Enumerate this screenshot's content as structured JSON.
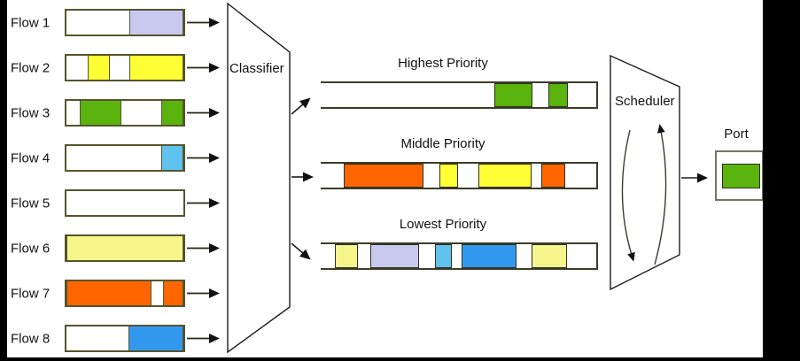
{
  "colors": {
    "white": "#ffffff",
    "lavender": "#c9c9f0",
    "yellow": "#ffff33",
    "pale_yellow": "#f5f58c",
    "green": "#5bb30d",
    "orange": "#ff6600",
    "blue": "#3399ee",
    "light_blue": "#5fc3ee",
    "box_border": "#55552d",
    "bar_border": "#3c3c28",
    "line": "#1c1c1c"
  },
  "flows": [
    {
      "label": "Flow 1",
      "segments": [
        {
          "color": "white",
          "w": 0.538
        },
        {
          "color": "lavender",
          "w": 0.462
        }
      ]
    },
    {
      "label": "Flow 2",
      "segments": [
        {
          "color": "white",
          "w": 0.184
        },
        {
          "color": "yellow",
          "w": 0.184
        },
        {
          "color": "white",
          "w": 0.17
        },
        {
          "color": "yellow",
          "w": 0.462
        }
      ]
    },
    {
      "label": "Flow 3",
      "segments": [
        {
          "color": "white",
          "w": 0.11
        },
        {
          "color": "green",
          "w": 0.36
        },
        {
          "color": "white",
          "w": 0.338
        },
        {
          "color": "green",
          "w": 0.192
        }
      ]
    },
    {
      "label": "Flow 4",
      "segments": [
        {
          "color": "white",
          "w": 0.809
        },
        {
          "color": "light_blue",
          "w": 0.191
        }
      ]
    },
    {
      "label": "Flow 5",
      "segments": [
        {
          "color": "white",
          "w": 1.0
        }
      ]
    },
    {
      "label": "Flow 6",
      "segments": [
        {
          "color": "pale_yellow",
          "w": 1.0
        }
      ]
    },
    {
      "label": "Flow 7",
      "segments": [
        {
          "color": "orange",
          "w": 0.724
        },
        {
          "color": "white",
          "w": 0.103
        },
        {
          "color": "orange",
          "w": 0.173
        }
      ]
    },
    {
      "label": "Flow 8",
      "segments": [
        {
          "color": "white",
          "w": 0.529
        },
        {
          "color": "blue",
          "w": 0.471
        }
      ]
    }
  ],
  "classifier": {
    "label": "Classifier"
  },
  "queues": [
    {
      "label": "Highest Priority",
      "segments": [
        {
          "color": "white",
          "w": 0.629
        },
        {
          "color": "green",
          "w": 0.141
        },
        {
          "color": "white",
          "w": 0.058
        },
        {
          "color": "green",
          "w": 0.07
        },
        {
          "color": "white",
          "w": 0.102
        }
      ]
    },
    {
      "label": "Middle Priority",
      "segments": [
        {
          "color": "white",
          "w": 0.083
        },
        {
          "color": "orange",
          "w": 0.29
        },
        {
          "color": "white",
          "w": 0.057
        },
        {
          "color": "yellow",
          "w": 0.07
        },
        {
          "color": "white",
          "w": 0.073
        },
        {
          "color": "yellow",
          "w": 0.191
        },
        {
          "color": "white",
          "w": 0.038
        },
        {
          "color": "orange",
          "w": 0.086
        },
        {
          "color": "white",
          "w": 0.112
        }
      ]
    },
    {
      "label": "Lowest Priority",
      "segments": [
        {
          "color": "white",
          "w": 0.05
        },
        {
          "color": "pale_yellow",
          "w": 0.085
        },
        {
          "color": "white",
          "w": 0.045
        },
        {
          "color": "lavender",
          "w": 0.178
        },
        {
          "color": "white",
          "w": 0.058
        },
        {
          "color": "light_blue",
          "w": 0.06
        },
        {
          "color": "white",
          "w": 0.035
        },
        {
          "color": "blue",
          "w": 0.201
        },
        {
          "color": "white",
          "w": 0.054
        },
        {
          "color": "pale_yellow",
          "w": 0.128
        },
        {
          "color": "white",
          "w": 0.106
        }
      ]
    }
  ],
  "scheduler": {
    "label": "Scheduler"
  },
  "port": {
    "label": "Port",
    "packet_color": "green"
  }
}
